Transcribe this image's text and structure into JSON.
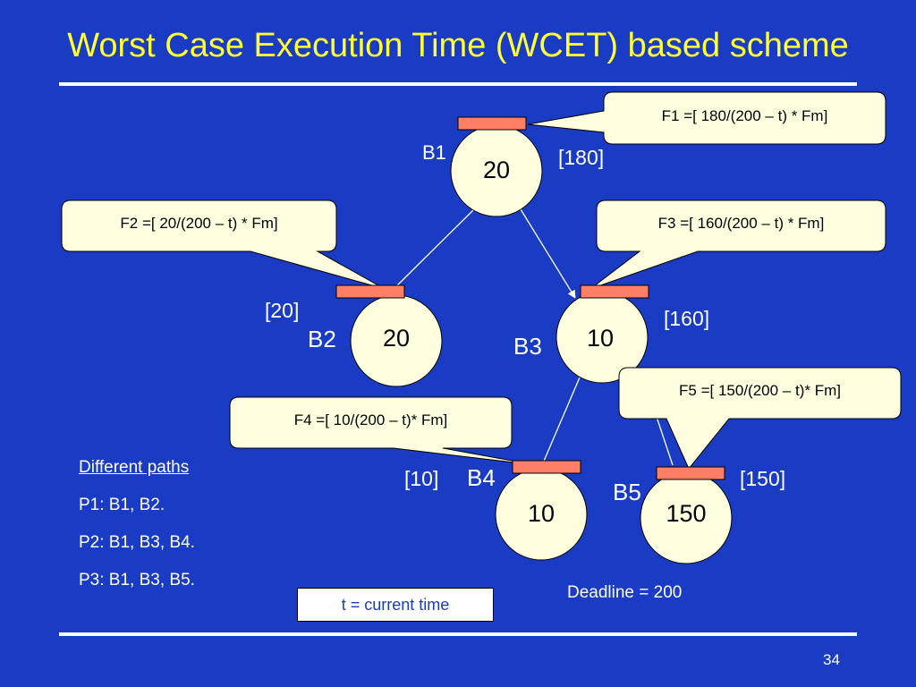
{
  "title": "Worst Case Execution Time (WCET) based scheme",
  "nodes": [
    {
      "id": "B1",
      "label": "B1",
      "value": "20",
      "bracket": "[180]",
      "formula": "F1 =[ 180/(200 – t) * Fm]"
    },
    {
      "id": "B2",
      "label": "B2",
      "value": "20",
      "bracket": "[20]",
      "formula": "F2 =[ 20/(200 – t) * Fm]"
    },
    {
      "id": "B3",
      "label": "B3",
      "value": "10",
      "bracket": "[160]",
      "formula": "F3 =[ 160/(200 – t) * Fm]"
    },
    {
      "id": "B4",
      "label": "B4",
      "value": "10",
      "bracket": "[10]",
      "formula": "F4 =[ 10/(200 – t)* Fm]"
    },
    {
      "id": "B5",
      "label": "B5",
      "value": "150",
      "bracket": "[150]",
      "formula": "F5 =[ 150/(200 – t)* Fm]"
    }
  ],
  "edges": [
    [
      "B1",
      "B2"
    ],
    [
      "B1",
      "B3"
    ],
    [
      "B3",
      "B4"
    ],
    [
      "B3",
      "B5"
    ]
  ],
  "paths": {
    "header": "Different paths",
    "items": [
      "P1: B1, B2.",
      "P2: B1, B3, B4.",
      "P3: B1, B3, B5."
    ]
  },
  "note": "t = current time",
  "deadline": "Deadline = 200",
  "page_number": "34",
  "colors": {
    "background": "#1a3bc4",
    "title": "#ffff33",
    "bar": "#ff7f66",
    "node_fill": "#ffffe0",
    "callout_fill": "#ffffe0"
  }
}
